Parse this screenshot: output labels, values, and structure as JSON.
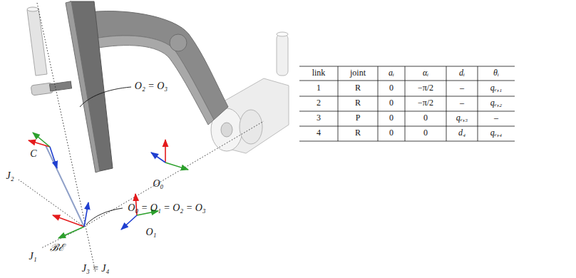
{
  "diagram": {
    "labels": [
      "O₂ = O₃",
      "C",
      "O₀",
      "J₂",
      "O₀ = O₁ = O₂ = O₃",
      "ℬℰ",
      "O₁",
      "J₁",
      "J₃ = J₄",
      "link",
      "joint",
      "aᵢ",
      "αᵢ",
      "dᵢ",
      "θᵢ",
      "1",
      "R",
      "0",
      "−π/2",
      "–",
      "qₑ,₁",
      "2",
      "R",
      "0",
      "−π/2",
      "–",
      "qₑ,₂",
      "3",
      "P",
      "0",
      "0",
      "qₑ,₃",
      "–",
      "4",
      "R",
      "0",
      "0",
      "d₄",
      "qₑ,₄"
    ]
  }
}
